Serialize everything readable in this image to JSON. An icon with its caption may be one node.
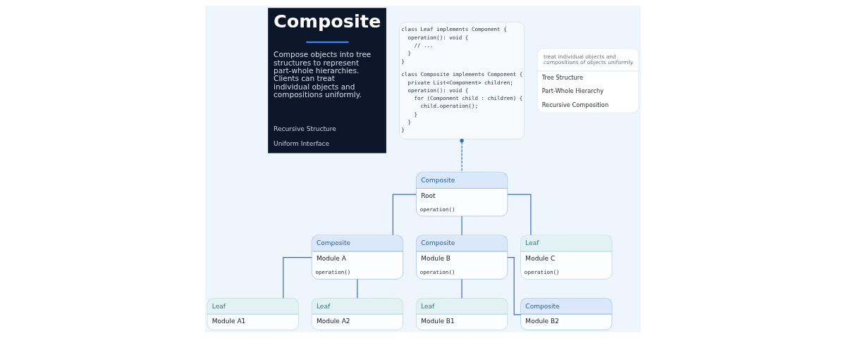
{
  "diagram": {
    "nodes": [
      {
        "text": [
          "Composite",
          "Compose objects into tree structures to represent part-whole hierarchies. Clients can treat individual objects and compositions uniformly.",
          "Recursive Structure",
          "Uniform Interface"
        ]
      },
      {
        "text": [
          "class Leaf implements Component {",
          "operation(): void {",
          "// ...",
          "}",
          "}",
          "class Composite implements Component {",
          "private List<Component> children;",
          "operation(): void {",
          "for (Component child : children) {",
          "child.operation();",
          "}",
          "}",
          "}"
        ]
      },
      {
        "text": [
          "treat individual objects and compositions of objects uniformly.",
          "Tree Structure",
          "Part-Whole Hierarchy",
          "Recursive Composition"
        ]
      },
      {
        "text": [
          "Composite",
          "Root",
          "operation()"
        ]
      },
      {
        "text": [
          "Composite",
          "Module A",
          "operation()"
        ]
      },
      {
        "text": [
          "Composite",
          "Module B",
          "operation()"
        ]
      },
      {
        "text": [
          "Leaf",
          "Module C",
          "operation()"
        ]
      },
      {
        "text": [
          "Leaf",
          "Module A1"
        ]
      },
      {
        "text": [
          "Leaf",
          "Module A2"
        ]
      },
      {
        "text": [
          "Leaf",
          "Module B1"
        ]
      },
      {
        "text": [
          "Composite",
          "Module B2"
        ]
      }
    ],
    "edges": [
      {
        "from": 1,
        "to": 3,
        "arrow": "other",
        "style": "dashed"
      },
      {
        "from": 3,
        "to": 4,
        "arrow": "none"
      },
      {
        "from": 3,
        "to": 5,
        "arrow": "none"
      },
      {
        "from": 3,
        "to": 6,
        "arrow": "none"
      },
      {
        "from": 4,
        "to": 7,
        "arrow": "none"
      },
      {
        "from": 4,
        "to": 8,
        "arrow": "none"
      },
      {
        "from": 5,
        "to": 9,
        "arrow": "none"
      },
      {
        "from": 5,
        "to": 10,
        "arrow": "none"
      }
    ]
  }
}
